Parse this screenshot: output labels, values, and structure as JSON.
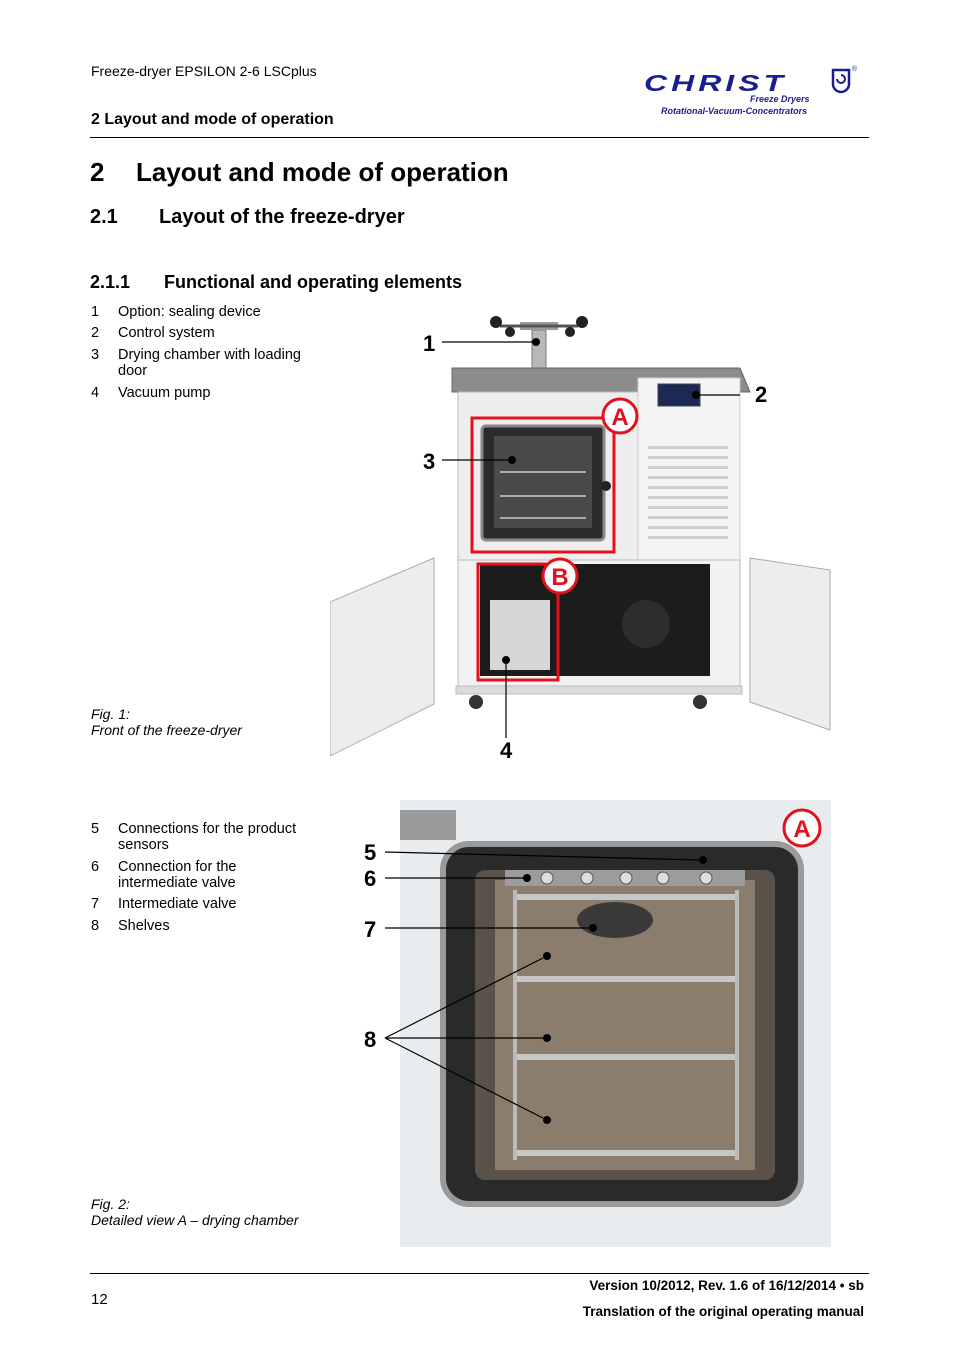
{
  "header": {
    "product": "Freeze-dryer EPSILON 2-6 LSCplus",
    "section": "2 Layout and mode of operation"
  },
  "logo": {
    "brand": "CHRIST",
    "line1": "Freeze Dryers",
    "line2": "Rotational-Vacuum-Concentrators",
    "registered": "®"
  },
  "heading1": {
    "number": "2",
    "title": "Layout and mode of operation"
  },
  "heading2": {
    "number": "2.1",
    "title": "Layout of the freeze-dryer"
  },
  "heading3": {
    "number": "2.1.1",
    "title": "Functional and operating elements"
  },
  "legend1": [
    {
      "num": "1",
      "text": "Option: sealing device"
    },
    {
      "num": "2",
      "text": "Control system"
    },
    {
      "num": "3",
      "text": "Drying chamber with loading door"
    },
    {
      "num": "4",
      "text": "Vacuum pump"
    }
  ],
  "figure1": {
    "caption_label": "Fig. 1:",
    "caption_text": "Front of the freeze-dryer",
    "callouts": [
      "1",
      "2",
      "3",
      "4"
    ],
    "markers": [
      "A",
      "B"
    ]
  },
  "legend2": [
    {
      "num": "5",
      "text": "Connections for the product sensors"
    },
    {
      "num": "6",
      "text": "Connection for the intermediate valve"
    },
    {
      "num": "7",
      "text": "Intermediate valve"
    },
    {
      "num": "8",
      "text": "Shelves"
    }
  ],
  "figure2": {
    "caption_label": "Fig. 2:",
    "caption_text": "Detailed view A – drying chamber",
    "callouts": [
      "5",
      "6",
      "7",
      "8"
    ],
    "marker": "A"
  },
  "footer": {
    "page": "12",
    "version": "Version 10/2012, Rev. 1.6 of 16/12/2014 • sb",
    "translation": "Translation of the original operating manual"
  },
  "colors": {
    "logo_blue": "#1a1f8f",
    "marker_red": "#e3101d"
  }
}
